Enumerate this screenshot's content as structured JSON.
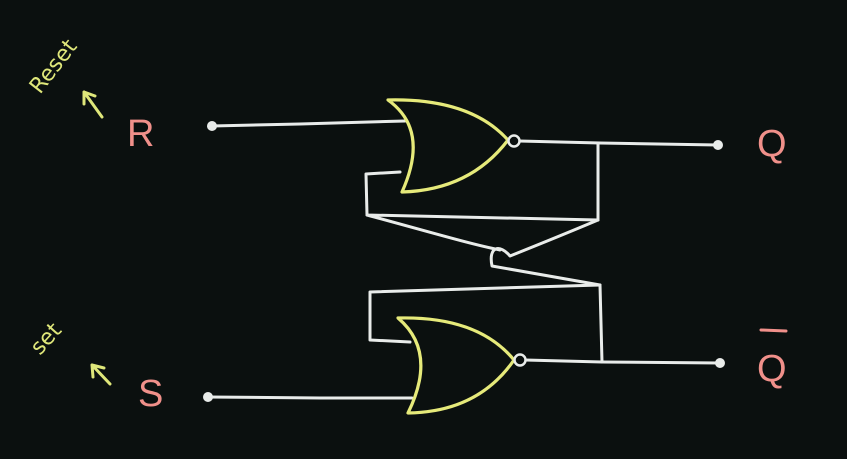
{
  "diagram": {
    "annotations": {
      "reset": "Reset",
      "set": "set"
    },
    "inputs": {
      "r_label": "R",
      "s_label": "S"
    },
    "outputs": {
      "q_label": "Q",
      "qbar_label": "Q"
    },
    "colors": {
      "background": "#0b100f",
      "wire": "#e9ecea",
      "gate": "#e6ea7a",
      "signal_label": "#f0908a",
      "annotation": "#dfe77a"
    },
    "gates": [
      "NOR",
      "NOR"
    ]
  }
}
